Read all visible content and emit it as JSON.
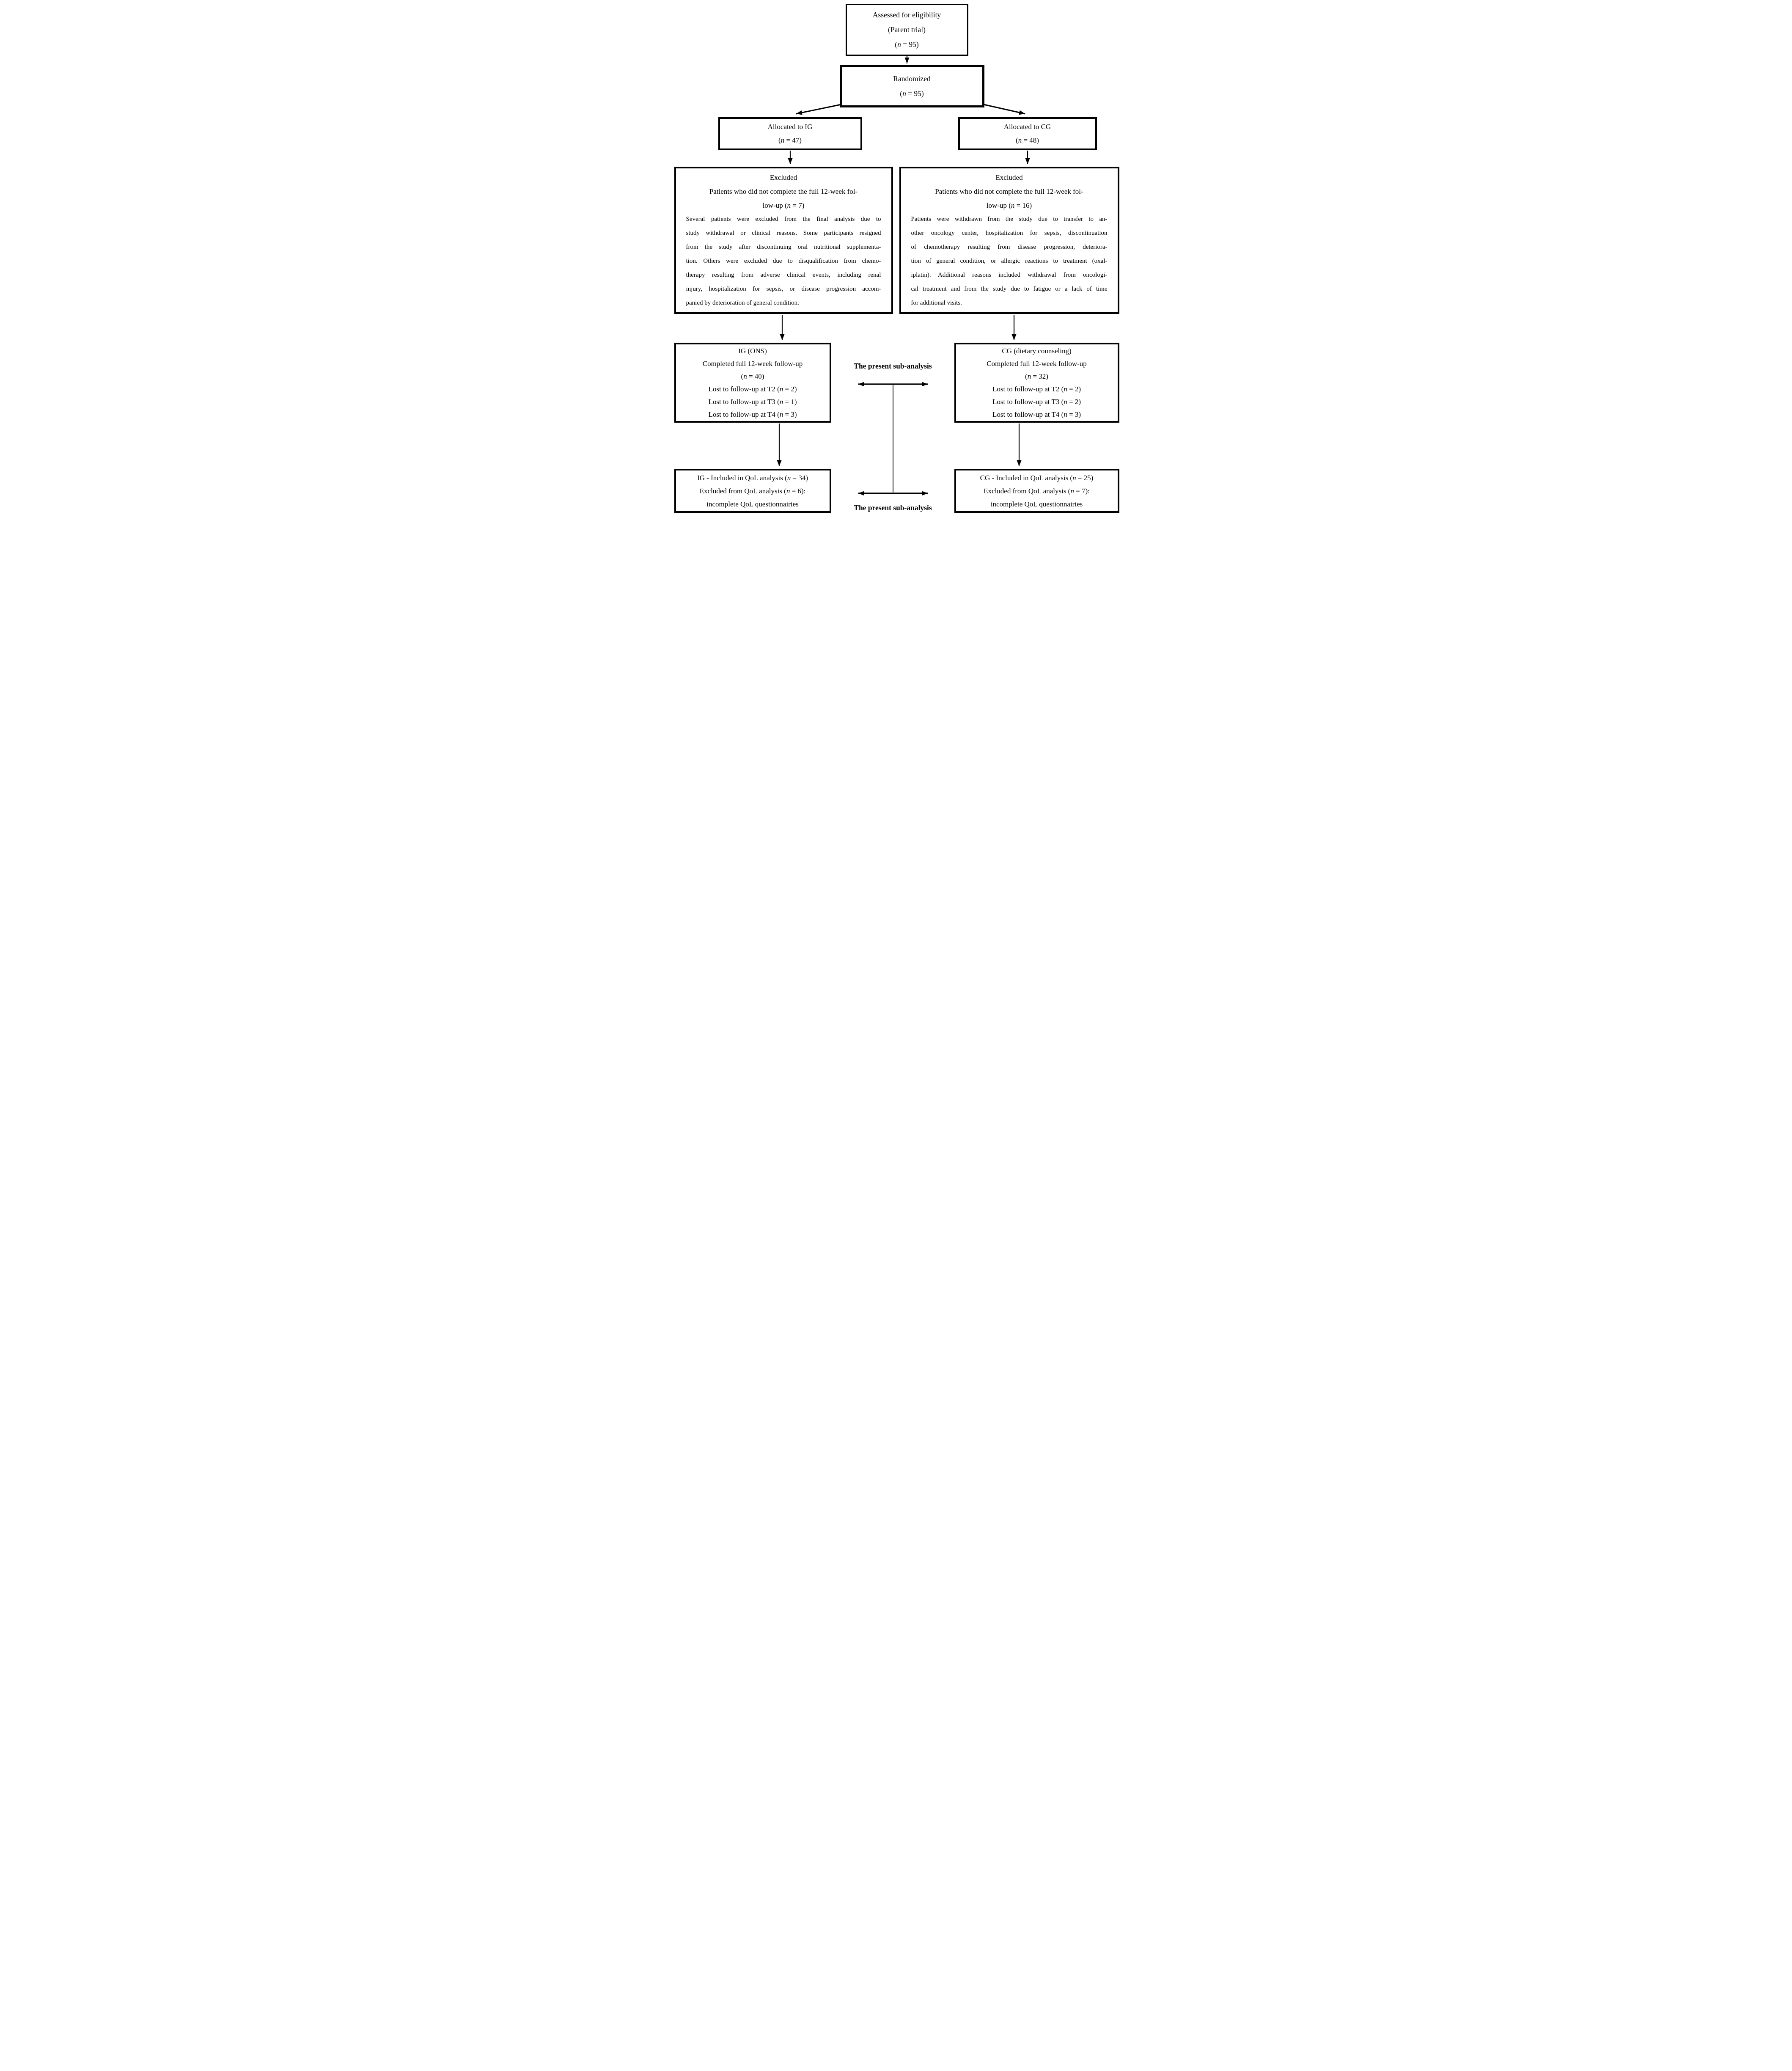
{
  "flow": {
    "assessed": {
      "lines": [
        "Assessed for eligibility",
        "(Parent trial)",
        "(n = 95)"
      ]
    },
    "randomized": {
      "lines": [
        "Randomized",
        "(n = 95)"
      ]
    },
    "allocated_ig": {
      "lines": [
        "Allocated to IG",
        "(n = 47)"
      ]
    },
    "allocated_cg": {
      "lines": [
        "Allocated to CG",
        "(n = 48)"
      ]
    },
    "excluded_ig": {
      "header_lines": [
        "Excluded",
        "Patients who did not complete the full 12-week fol-",
        "low-up (n = 7)"
      ],
      "body_lines": [
        "Several patients were excluded from the final analysis due to",
        "study withdrawal or clinical reasons. Some participants resigned",
        "from the study after discontinuing oral nutritional supplementa-",
        "tion. Others were excluded due to disqualification from chemo-",
        "therapy resulting from adverse clinical events, including renal",
        "injury, hospitalization for sepsis, or disease progression accom-",
        "panied by deterioration of general condition."
      ]
    },
    "excluded_cg": {
      "header_lines": [
        "Excluded",
        "Patients who did not complete the full 12-week fol-",
        "low-up (n = 16)"
      ],
      "body_lines": [
        "Patients were withdrawn from the study due to transfer to an-",
        "other oncology center, hospitalization for sepsis, discontinuation",
        "of chemotherapy resulting from disease progression, deteriora-",
        "tion of general condition, or allergic reactions to treatment (oxal-",
        "iplatin). Additional reasons included withdrawal from oncologi-",
        "cal treatment and from the study due to fatigue or a lack of time",
        "for additional visits."
      ]
    },
    "followup_ig": {
      "lines": [
        "IG (ONS)",
        "Completed full 12-week follow-up",
        "(n = 40)",
        "Lost to follow-up at T2 (n = 2)",
        "Lost to follow-up at T3 (n = 1)",
        "Lost to follow-up at T4 (n = 3)"
      ]
    },
    "followup_cg": {
      "lines": [
        "CG (dietary counseling)",
        "Completed full 12-week follow-up",
        "(n = 32)",
        "Lost to follow-up at T2 (n = 2)",
        "Lost to follow-up at T3 (n = 2)",
        "Lost to follow-up at T4 (n = 3)"
      ]
    },
    "qol_ig": {
      "lines": [
        "IG - Included in QoL analysis (n = 34)",
        "Excluded from QoL analysis (n = 6):",
        "incomplete QoL questionnairies"
      ]
    },
    "qol_cg": {
      "lines": [
        "CG - Included in QoL analysis (n = 25)",
        "Excluded from QoL analysis (n = 7):",
        "incomplete QoL questionnairies"
      ]
    },
    "subanalysis_top_label": "The present sub-analysis",
    "subanalysis_bottom_label": "The present sub-analysis"
  },
  "colors": {
    "ink": "#000000",
    "background": "#ffffff"
  }
}
